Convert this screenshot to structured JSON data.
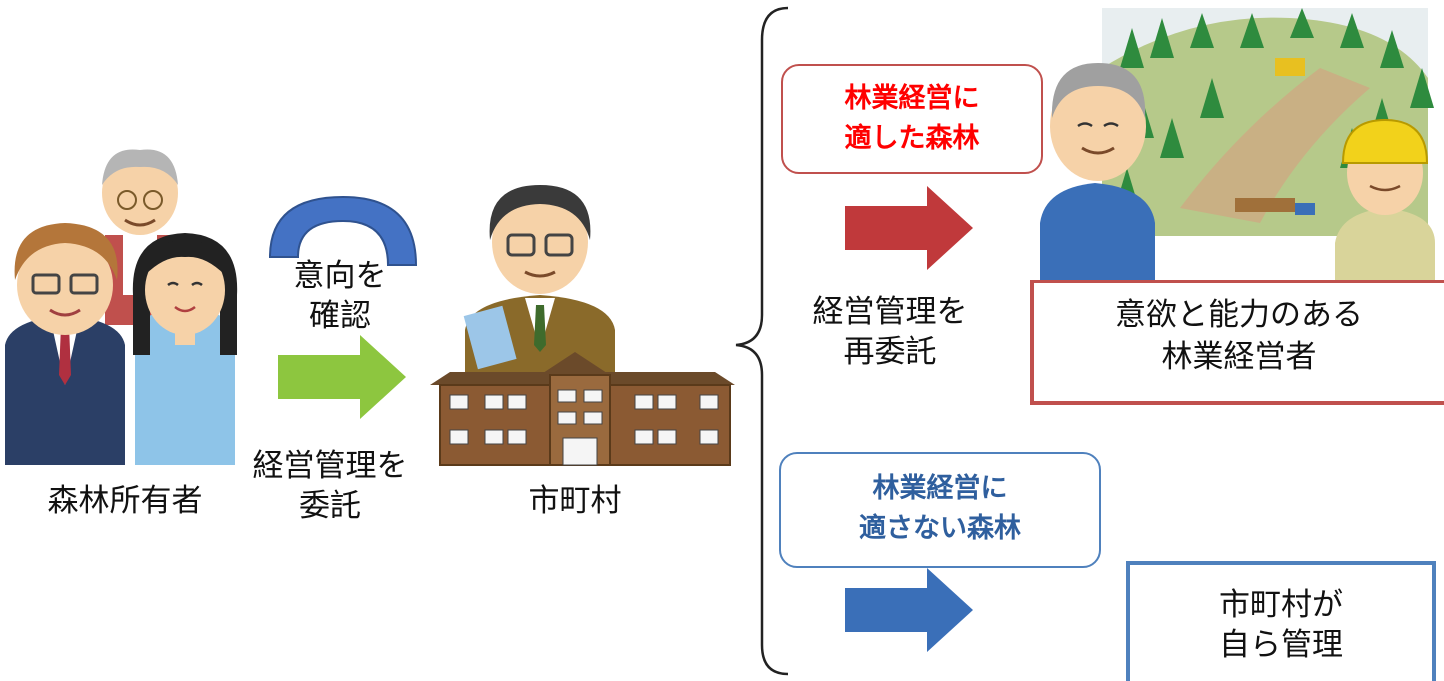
{
  "owners": {
    "label": "森林所有者"
  },
  "confirm": {
    "line1": "意向を",
    "line2": "確認"
  },
  "entrust": {
    "line1": "経営管理を",
    "line2": "委託"
  },
  "municipality": {
    "label": "市町村"
  },
  "suitable": {
    "line1": "林業経営に",
    "line2": "適した森林",
    "color": "#ff0000"
  },
  "reentrust": {
    "line1": "経営管理を",
    "line2": "再委託"
  },
  "managers": {
    "line1": "意欲と能力のある",
    "line2": "林業経営者"
  },
  "unsuitable": {
    "line1": "林業経営に",
    "line2": "適さない森林",
    "color": "#2f5f9e"
  },
  "self_manage": {
    "line1": "市町村が",
    "line2": "自ら管理"
  },
  "colors": {
    "green_arrow": "#8dc63f",
    "red_arrow": "#c0393b",
    "blue_arrow": "#3a6fb8",
    "arc": "#4472c4"
  }
}
